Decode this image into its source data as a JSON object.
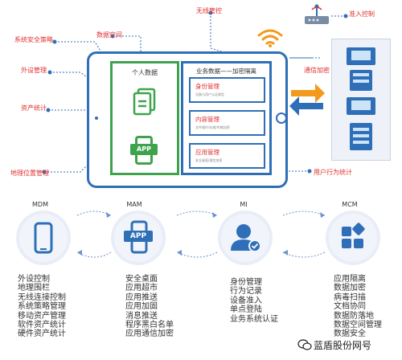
{
  "top_labels": {
    "wireless": "无线管控",
    "access": "准入控制",
    "data_space": "数据空间",
    "encryption": "通信加密",
    "behavior": "用户行为统计"
  },
  "left_labels": [
    "系统安全策略",
    "外设管理",
    "资产统计",
    "地理位置管理"
  ],
  "tablet": {
    "personal": {
      "title": "个人数据",
      "app": "APP"
    },
    "business": {
      "title": "业务数据——加密隔离",
      "boxes": [
        {
          "title": "身份管理",
          "sub": "设备与用户认证绑定"
        },
        {
          "title": "内容管理",
          "sub": "文件操作/存储/传输加密"
        },
        {
          "title": "应用管理",
          "sub": "安全桌面/通信加密"
        }
      ]
    }
  },
  "categories": [
    {
      "name": "MDM",
      "items": [
        "外设控制",
        "地理围栏",
        "无线连接控制",
        "系统策略管理",
        "移动资产管理",
        "软件资产统计",
        "硬件资产统计"
      ]
    },
    {
      "name": "MAM",
      "items": [
        "安全桌面",
        "应用超市",
        "应用推送",
        "应用加固",
        "消息推送",
        "程序黑白名单",
        "应用通信加密"
      ]
    },
    {
      "name": "MI",
      "items": [
        "身份管理",
        "行为记录",
        "设备准入",
        "单点登陆",
        "业务系统认证"
      ]
    },
    {
      "name": "MCM",
      "items": [
        "应用隔离",
        "数据加密",
        "病毒扫描",
        "文档协同",
        "数据防落地",
        "数据空间管理",
        "数据安全"
      ]
    }
  ],
  "icons": {
    "app_label": "APP"
  },
  "watermark": "蓝盾股份网号",
  "colors": {
    "blue": "#2e6fb7",
    "green": "#3fa34d",
    "red": "#e0312f",
    "orange": "#f39a1e"
  }
}
